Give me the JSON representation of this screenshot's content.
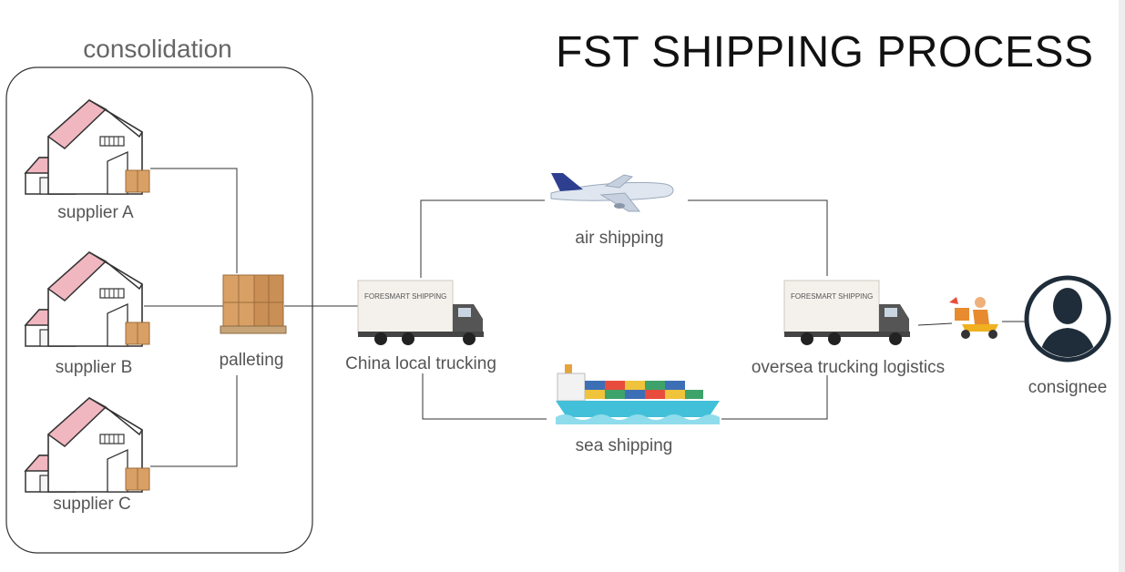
{
  "title": "FST SHIPPING PROCESS",
  "consolidation": {
    "label": "consolidation",
    "suppliers": [
      {
        "label": "supplier A"
      },
      {
        "label": "supplier B"
      },
      {
        "label": "supplier C"
      }
    ]
  },
  "palleting": {
    "label": "palleting"
  },
  "china_trucking": {
    "label": "China local trucking",
    "truck_text": "FORESMART SHIPPING"
  },
  "air_shipping": {
    "label": "air shipping"
  },
  "sea_shipping": {
    "label": "sea shipping"
  },
  "oversea_trucking": {
    "label": "oversea trucking logistics",
    "truck_text": "FORESMART SHIPPING"
  },
  "consignee": {
    "label": "consignee"
  },
  "colors": {
    "roof": "#f1b7c0",
    "roof_dark": "#d99aa2",
    "box": "#d9a066",
    "line": "#333333",
    "truck_box": "#f4f1ec",
    "truck_cab": "#555555",
    "plane": "#dfe6ef",
    "plane_tail": "#2f3f8f",
    "ship_hull": "#43c0d9",
    "consignee_ring": "#1f2d3a"
  }
}
